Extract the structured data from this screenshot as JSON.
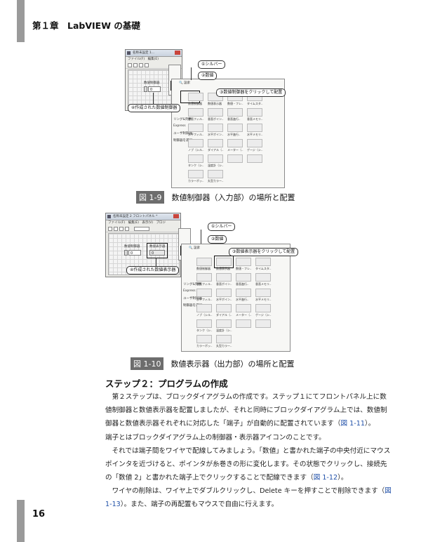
{
  "chapter_title": "第１章　LabVIEW の基礎",
  "page_number": "16",
  "figure1": {
    "caption_tag": "図 1-9",
    "caption_text": "数値制御器（入力部）の場所と配置",
    "window_title": "名称未設定 1...",
    "menu_text": "ファイル(F)　編集(E)",
    "control_label": "数値制御器",
    "control_value": "0",
    "callouts": [
      "①シルバー",
      "②数値",
      "③数値制御器をクリックして配置",
      "④作成された数値制御器"
    ],
    "palette_side": [
      "リング&列挙",
      "Express",
      "ユーザ制御器",
      "制御器を選択"
    ],
    "palette_cells": [
      "数値制御器",
      "数値表示器",
      "数値・フレ..",
      "タイムスタ..",
      "垂直フィル..",
      "垂直ポイン..",
      "垂直進行..",
      "垂直メモリ..",
      "水平フィル..",
      "水平ポイン..",
      "水平進行..",
      "水平メモリ..",
      "ノブ（シル..",
      "ダイアル（..",
      "メーター（..",
      "ゲージ（シ..",
      "タンク（シ..",
      "温度計（シ..",
      "",
      "",
      "カラーボッ..",
      "丸型カラー.."
    ]
  },
  "figure2": {
    "caption_tag": "図 1-10",
    "caption_text": "数値表示器（出力部）の場所と配置",
    "window_title": "名称未設定 2 フロントパネル *",
    "menu_text": "ファイル(F)　編集(E)　表示(V)　プロジ",
    "control_label": "数値制御器",
    "control_value": "0",
    "indicator_label": "数値表示器",
    "indicator_value": "0",
    "callouts": [
      "①シルバー",
      "②数値",
      "③数値表示器をクリックして配置",
      "④作成された数値表示器"
    ],
    "palette_side": [
      "リング&列挙",
      "Express",
      "ユーザ制御器",
      "制御器を選択"
    ],
    "palette_cells": [
      "数値制御器",
      "数値表示器",
      "数値・フレ..",
      "タイムスタ..",
      "垂直フィル..",
      "垂直ポイン..",
      "垂直進行..",
      "垂直メモリ..",
      "水平フィル..",
      "水平ポイン..",
      "水平進行..",
      "水平メモリ..",
      "ノブ（シル..",
      "ダイアル（..",
      "メーター（..",
      "ゲージ（シ..",
      "タンク（シ..",
      "温度計（シ..",
      "",
      "",
      "カラーボッ..",
      "丸型カラー.."
    ]
  },
  "section_heading": "ステップ２：プログラムの作成",
  "paragraphs": [
    {
      "parts": [
        {
          "text": "第２ステップは、ブロックダイアグラムの作成です。ステップ１にてフロントパネル上に数値制御器と数値表示器を配置しましたが、それと同時にブロックダイアグラム上では、数値制御器と数値表示器それぞれに対応した「端子」が自動的に配置されています（"
        },
        {
          "text": "図 1-11",
          "ref": true
        },
        {
          "text": "）。"
        }
      ]
    },
    {
      "parts": [
        {
          "text": "端子とはブロックダイアグラム上の制御器・表示器アイコンのことです。"
        }
      ],
      "no_indent": true
    },
    {
      "parts": [
        {
          "text": "それでは端子間をワイヤで配線してみましょう。「数値」と書かれた端子の中央付近にマウスポインタを近づけると、ポインタが糸巻きの形に変化します。その状態でクリックし、接続先の「数値 2」と書かれた端子上でクリックすることで配線できます（"
        },
        {
          "text": "図 1-12",
          "ref": true
        },
        {
          "text": "）。"
        }
      ]
    },
    {
      "parts": [
        {
          "text": "ワイヤの削除は、ワイヤ上でダブルクリックし、Delete キーを押すことで削除できます（"
        },
        {
          "text": "図 1-13",
          "ref": true
        },
        {
          "text": "）。また、端子の再配置もマウスで自由に行えます。"
        }
      ]
    }
  ]
}
